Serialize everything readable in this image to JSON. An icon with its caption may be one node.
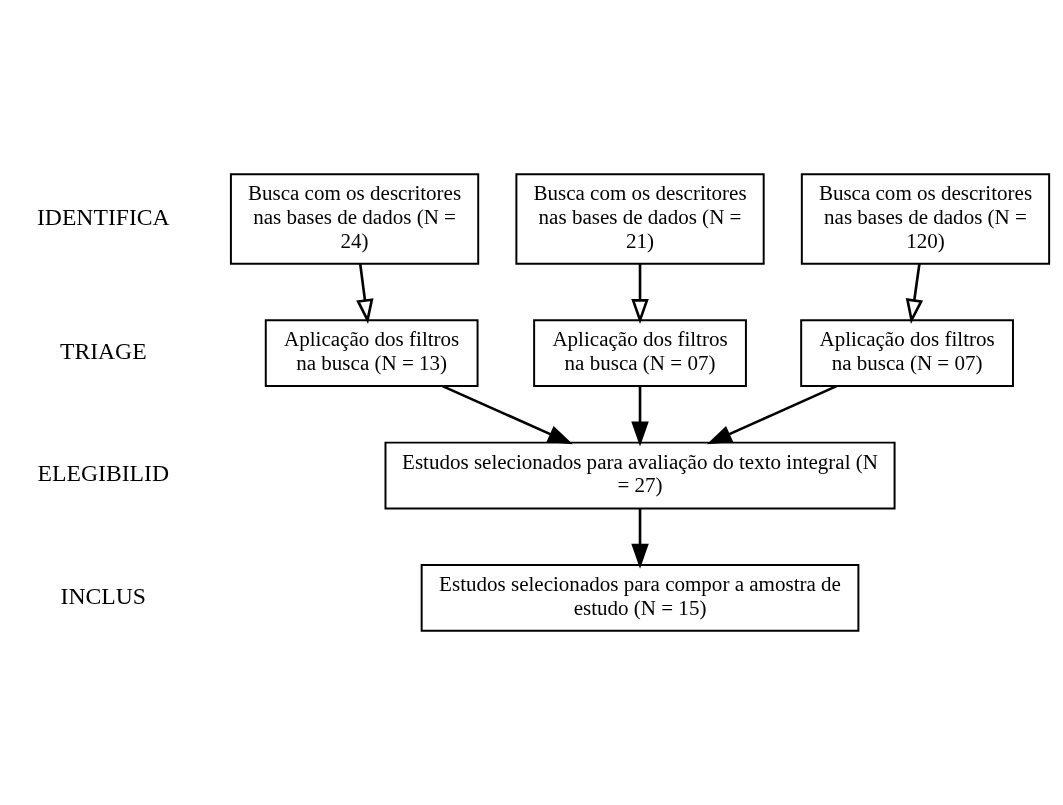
{
  "diagram": {
    "nodes": [
      {
        "text": [
          "Busca com os descritores nas bases de dados (N = 24)"
        ]
      },
      {
        "text": [
          "Busca com os descritores nas bases de dados (N = 21)"
        ]
      },
      {
        "text": [
          "Busca com os descritores nas bases de dados (N = 120)"
        ]
      },
      {
        "text": [
          "Aplicação dos filtros na busca (N = 13)"
        ]
      },
      {
        "text": [
          "Aplicação dos filtros na busca (N = 07)"
        ]
      },
      {
        "text": [
          "Aplicação dos filtros na busca (N = 07)"
        ]
      },
      {
        "text": [
          "Estudos selecionados para avaliação do texto integral (N = 27)"
        ]
      },
      {
        "text": [
          "Estudos selecionados para compor a amostra de estudo (N = 15)"
        ]
      }
    ],
    "edges": [
      {
        "from": 0,
        "to": 3,
        "arrow": "to"
      },
      {
        "from": 1,
        "to": 4,
        "arrow": "to"
      },
      {
        "from": 2,
        "to": 5,
        "arrow": "to"
      },
      {
        "from": 3,
        "to": 6,
        "arrow": "to"
      },
      {
        "from": 4,
        "to": 6,
        "arrow": "to"
      },
      {
        "from": 5,
        "to": 6,
        "arrow": "to"
      },
      {
        "from": 6,
        "to": 7,
        "arrow": "to"
      }
    ],
    "labels": [
      "IDENTIFICA",
      "TRIAGE",
      "ELEGIBILID",
      "INCLUS"
    ]
  }
}
